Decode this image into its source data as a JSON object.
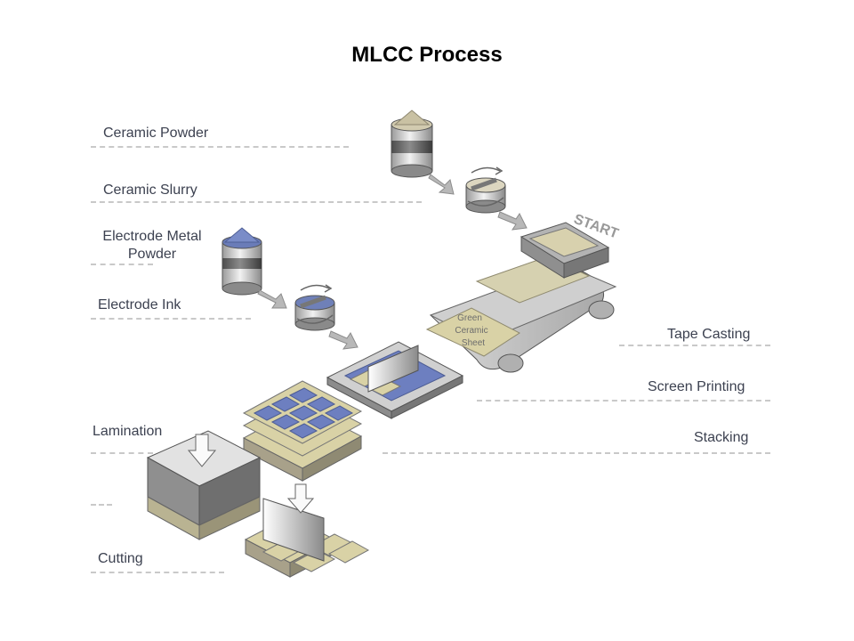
{
  "title": "MLCC Process",
  "diagram": {
    "stages_left": {
      "ceramic_powder": "Ceramic Powder",
      "ceramic_slurry": "Ceramic Slurry",
      "electrode_metal_powder_line1": "Electrode Metal",
      "electrode_metal_powder_line2": "Powder",
      "electrode_ink": "Electrode Ink",
      "lamination": "Lamination",
      "cutting": "Cutting"
    },
    "stages_right": {
      "tape_casting": "Tape Casting",
      "screen_printing": "Screen Printing",
      "stacking": "Stacking"
    },
    "start_label": "START",
    "sheet_label_line1": "Green",
    "sheet_label_line2": "Ceramic",
    "sheet_label_line3": "Sheet"
  }
}
